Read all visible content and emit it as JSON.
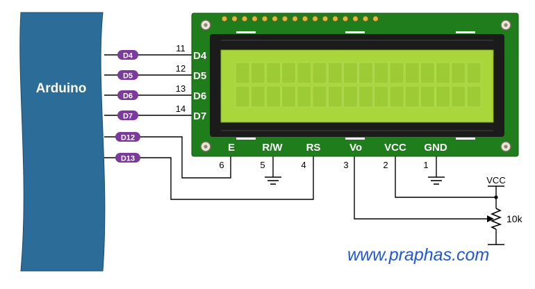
{
  "arduino": {
    "label": "Arduino"
  },
  "arduino_pins": [
    {
      "id": "d4",
      "label": "D4"
    },
    {
      "id": "d5",
      "label": "D5"
    },
    {
      "id": "d6",
      "label": "D6"
    },
    {
      "id": "d7",
      "label": "D7"
    },
    {
      "id": "d12",
      "label": "D12"
    },
    {
      "id": "d13",
      "label": "D13"
    }
  ],
  "lcd_data_pins": [
    {
      "num": "11",
      "label": "D4"
    },
    {
      "num": "12",
      "label": "D5"
    },
    {
      "num": "13",
      "label": "D6"
    },
    {
      "num": "14",
      "label": "D7"
    }
  ],
  "lcd_bottom_pins": [
    {
      "num": "6",
      "label": "E"
    },
    {
      "num": "5",
      "label": "R/W"
    },
    {
      "num": "4",
      "label": "RS"
    },
    {
      "num": "3",
      "label": "Vo"
    },
    {
      "num": "2",
      "label": "VCC"
    },
    {
      "num": "1",
      "label": "GND"
    }
  ],
  "power": {
    "vcc_label": "VCC",
    "pot_value": "10k"
  },
  "watermark": "www.praphas.com",
  "colors": {
    "arduino": "#2b6d98",
    "pin_badge": "#7b3a9c",
    "lcd_board": "#1f7d1c",
    "lcd_screen": "#a9d63b",
    "watermark": "#1f57d8"
  }
}
